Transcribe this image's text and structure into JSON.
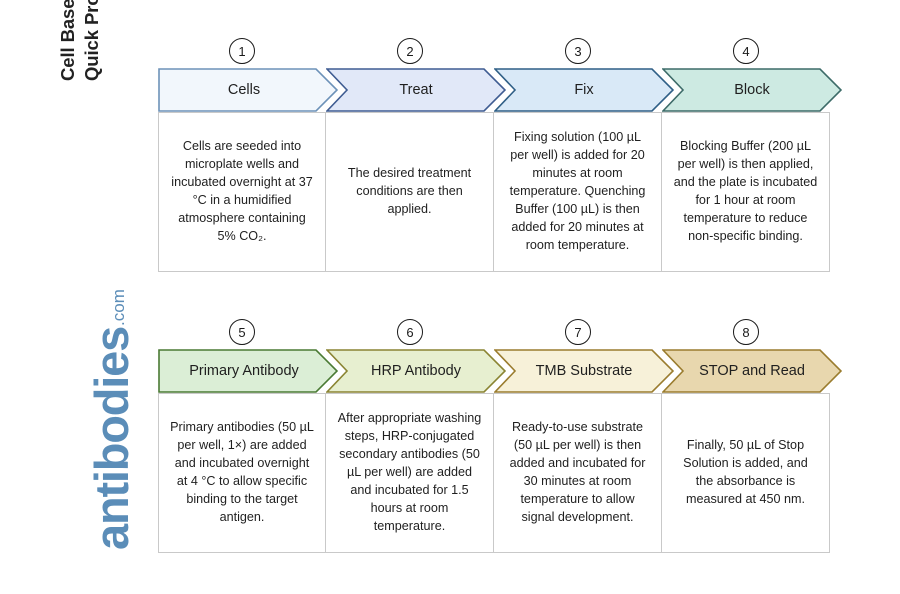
{
  "branding": {
    "title": "Cell Based ELISA Kits\nQuick Protocol",
    "logo_brand": "antibodies",
    "logo_tld": ".com",
    "logo_color": "#5b8db8",
    "title_color": "#222222"
  },
  "rows": [
    {
      "steps": [
        {
          "number": "1",
          "label": "Cells",
          "fill": "#f2f7fc",
          "stroke": "#6d92b8",
          "description": "Cells are seeded into microplate wells and incubated overnight at 37 °C in a humidified atmosphere containing 5% CO₂."
        },
        {
          "number": "2",
          "label": "Treat",
          "fill": "#e1e8f8",
          "stroke": "#3f5c92",
          "description": "The desired treatment conditions are then applied."
        },
        {
          "number": "3",
          "label": "Fix",
          "fill": "#d9e9f7",
          "stroke": "#2f5f86",
          "description": "Fixing solution (100 µL per well) is added for 20 minutes at room temperature. Quenching Buffer (100 µL) is then added for 20 minutes at room temperature."
        },
        {
          "number": "4",
          "label": "Block",
          "fill": "#cdeae2",
          "stroke": "#3d6b68",
          "description": "Blocking Buffer (200 µL per well) is then applied, and the plate is incubated for 1 hour at room temperature to reduce non-specific binding."
        }
      ]
    },
    {
      "steps": [
        {
          "number": "5",
          "label": "Primary Antibody",
          "fill": "#dbeed6",
          "stroke": "#4a7a34",
          "description": "Primary antibodies (50 µL per well, 1×) are added and incubated overnight at 4 °C to allow specific binding to the target antigen."
        },
        {
          "number": "6",
          "label": "HRP Antibody",
          "fill": "#e7efd0",
          "stroke": "#8a8432",
          "description": "After appropriate washing steps, HRP-conjugated secondary antibodies (50 µL per well) are added and incubated for 1.5 hours at room temperature."
        },
        {
          "number": "7",
          "label": "TMB Substrate",
          "fill": "#f7f1d9",
          "stroke": "#9a7c2e",
          "description": "Ready-to-use substrate (50 µL per well) is then added and incubated for 30 minutes at room temperature to allow signal development."
        },
        {
          "number": "8",
          "label": "STOP and Read",
          "fill": "#e8d7ae",
          "stroke": "#9a7c2e",
          "description": "Finally, 50 µL of Stop Solution is added, and the absorbance is measured at 450 nm."
        }
      ]
    }
  ]
}
